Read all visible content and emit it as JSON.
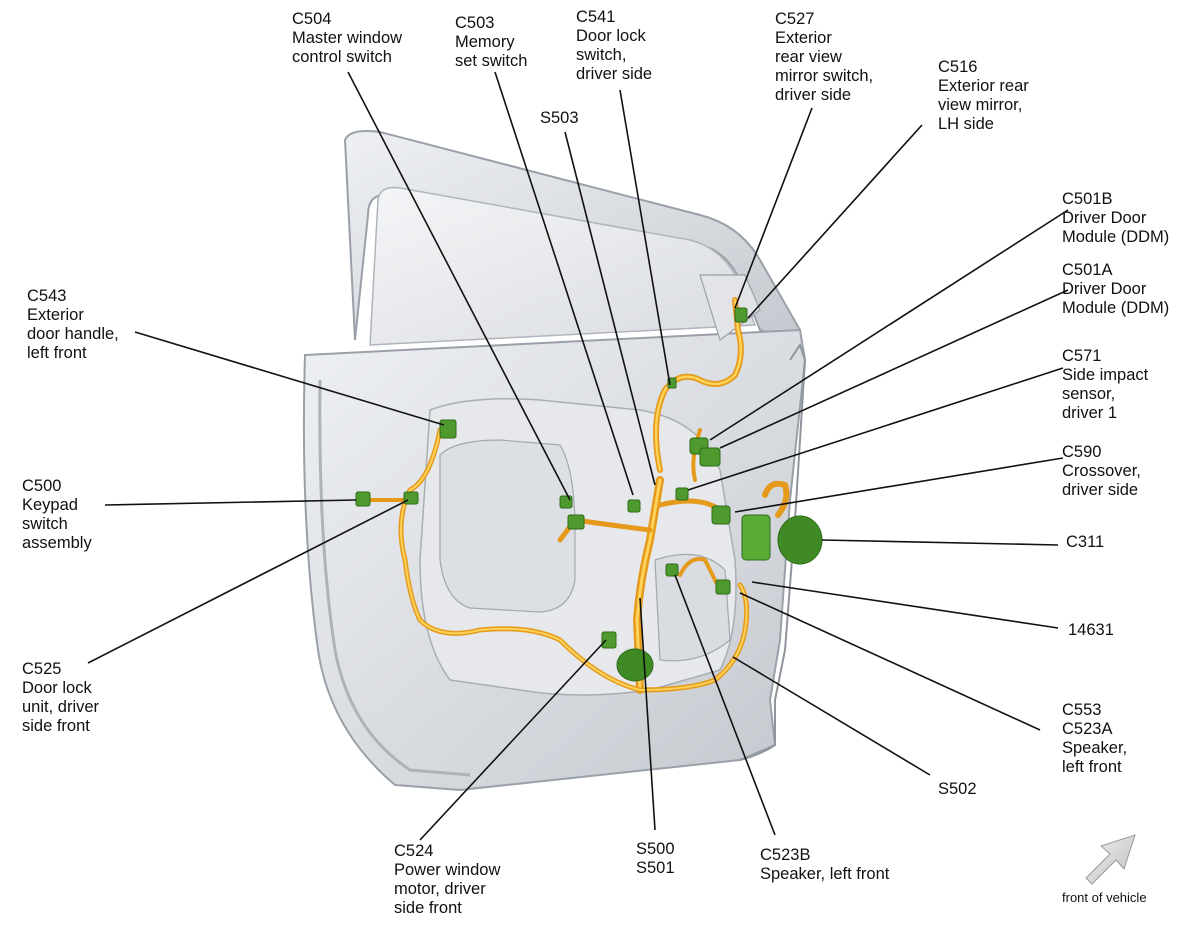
{
  "callouts": [
    {
      "id": "c504",
      "lines": [
        "C504",
        "Master window",
        "control switch"
      ]
    },
    {
      "id": "c503",
      "lines": [
        "C503",
        "Memory",
        "set switch"
      ]
    },
    {
      "id": "c541",
      "lines": [
        "C541",
        "Door lock",
        "switch,",
        "driver side"
      ]
    },
    {
      "id": "c527",
      "lines": [
        "C527",
        "Exterior",
        "rear view",
        "mirror switch,",
        "driver side"
      ]
    },
    {
      "id": "c516",
      "lines": [
        "C516",
        "Exterior rear",
        "view mirror,",
        "LH side"
      ]
    },
    {
      "id": "s503",
      "lines": [
        "S503"
      ]
    },
    {
      "id": "c501b",
      "lines": [
        "C501B",
        "Driver Door",
        "Module (DDM)"
      ]
    },
    {
      "id": "c501a",
      "lines": [
        "C501A",
        "Driver Door",
        "Module (DDM)"
      ]
    },
    {
      "id": "c571",
      "lines": [
        "C571",
        "Side impact",
        "sensor,",
        "driver 1"
      ]
    },
    {
      "id": "c590",
      "lines": [
        "C590",
        "Crossover,",
        "driver side"
      ]
    },
    {
      "id": "c311",
      "lines": [
        "C311"
      ]
    },
    {
      "id": "n14631",
      "lines": [
        "14631"
      ]
    },
    {
      "id": "c553",
      "lines": [
        "C553",
        "C523A",
        "Speaker,",
        "left front"
      ]
    },
    {
      "id": "s502",
      "lines": [
        "S502"
      ]
    },
    {
      "id": "c543",
      "lines": [
        "C543",
        "Exterior",
        "door handle,",
        "left front"
      ]
    },
    {
      "id": "c500",
      "lines": [
        "C500",
        "Keypad",
        "switch",
        "assembly"
      ]
    },
    {
      "id": "c525",
      "lines": [
        "C525",
        "Door lock",
        "unit, driver",
        "side front"
      ]
    },
    {
      "id": "c524",
      "lines": [
        "C524",
        "Power window",
        "motor, driver",
        "side front"
      ]
    },
    {
      "id": "s500",
      "lines": [
        "S500",
        "S501"
      ]
    },
    {
      "id": "c523b",
      "lines": [
        "C523B",
        "Speaker, left front"
      ]
    }
  ],
  "front_of_vehicle": "front of vehicle",
  "colors": {
    "harness": "#f0a020",
    "harness_core": "#ffd35a",
    "connector": "#4e9a2e",
    "door_fill": "#dfe2e6",
    "door_edge": "#9aa0a8",
    "leader": "#111111"
  }
}
